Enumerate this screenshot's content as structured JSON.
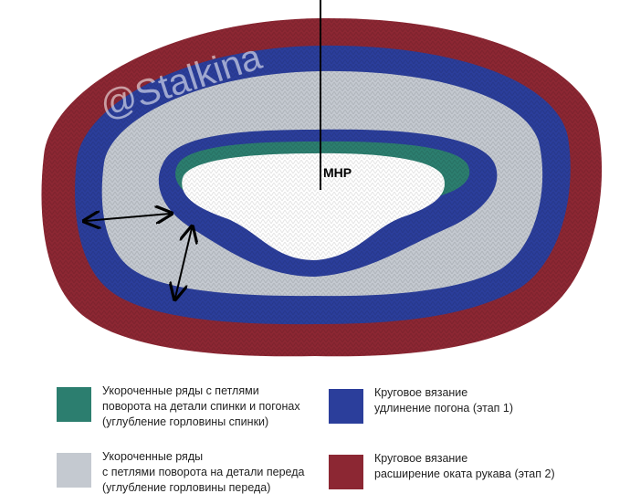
{
  "photo": {
    "watermark": "@Stalkina",
    "marker_label": "МНР"
  },
  "colors": {
    "burgundy": "#8c2733",
    "blue": "#2b3e9b",
    "gray": "#c4c9d0",
    "teal": "#2c7e6f",
    "white": "#ffffff"
  },
  "legend": [
    {
      "id": "teal",
      "lines": [
        "Укороченные ряды с петлями",
        "поворота на детали спинки и погонах",
        "(углубление горловины спинки)"
      ]
    },
    {
      "id": "blue",
      "lines": [
        "Круговое вязание",
        "удлинение погона (этап 1)"
      ]
    },
    {
      "id": "gray",
      "lines": [
        "Укороченные ряды",
        "с петлями поворота на детали переда",
        "(углубление горловины переда)"
      ]
    },
    {
      "id": "burgundy",
      "lines": [
        "Круговое вязание",
        "расширение оката рукава (этап 2)"
      ]
    }
  ]
}
